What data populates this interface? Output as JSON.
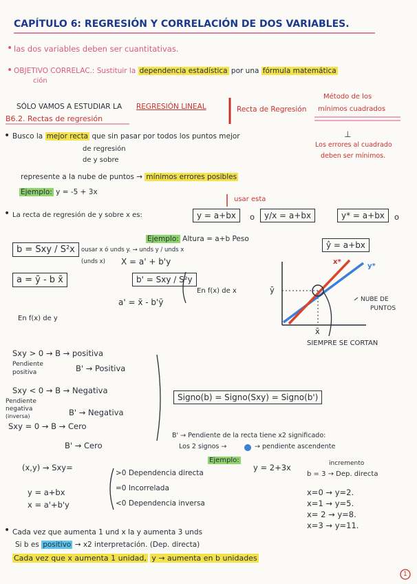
{
  "title": "CAPÍTULO 6: REGRESIÓN Y CORRELACIÓN DE DOS VARIABLES.",
  "intro": {
    "l1": "las dos variables deben ser cuantitativas.",
    "l2a": "OBJETIVO CORRELAC.: Sustituir la",
    "l2b": "dependencia estadística",
    "l2c": "por una",
    "l2d": "fórmula matemática",
    "l2e": "ción"
  },
  "lineal": {
    "solo": "SÓLO VAMOS A ESTUDIAR LA",
    "regresion": "REGRESIÓN LINEAL",
    "recta": "Recta de Regresión",
    "metodo1": "Método de los",
    "metodo2": "mínimos cuadrados",
    "section": "B6.2. Rectas de regresión",
    "busco1": "Busco la",
    "mejor": "mejor recta",
    "busco2": "que sin pasar por todos los puntos mejor",
    "de1": "de regresión",
    "de2": "de y sobre",
    "rep1": "represente a la nube de puntos →",
    "rep2": "mínimos errores posibles",
    "arrow_down": "⊥",
    "errores1": "Los errores al cuadrado",
    "errores2": "deben ser mínimos."
  },
  "ejemplo1": {
    "tag": "Ejemplo:",
    "eq": "y = -5 + 3x"
  },
  "usar": "usar esta",
  "recta_y": {
    "text": "La recta de regresión de y sobre x es:",
    "f1": "y = a+bx",
    "o1": "o",
    "f2": "y/x = a+bx",
    "f3": "y* = a+bx",
    "o2": "o"
  },
  "ejemplo2": {
    "tag": "Ejemplo:",
    "text": "Altura = a+b Peso"
  },
  "yhat": "ŷ = a+bx",
  "formulas": {
    "b": "b = Sxy / S²x",
    "note1": "ousar x ó unds y. → unds y / unds x",
    "note2": "(unds x)",
    "xeq": "X = a' + b'y",
    "a": "a = ȳ - b x̄",
    "bprime": "b' = Sxy / S²y",
    "aprime": "a' = x̄ - b'ȳ",
    "enfx": "En f(x) de x",
    "enfy": "En f(x) de y"
  },
  "graph": {
    "ybar": "ȳ",
    "xbar": "x̄",
    "xstar": "x*",
    "ystar": "y*",
    "nube1": "NUBE DE",
    "nube2": "PUNTOS",
    "siempre": "SIEMPRE SE CORTAN"
  },
  "signs": {
    "s1": "Sxy > 0 → B → positiva",
    "s1b": "B' → Positiva",
    "s1c1": "Pendiente",
    "s1c2": "positiva",
    "s2": "Sxy < 0 → B → Negativa",
    "s2b": "B' → Negativa",
    "s2c1": "Pendiente",
    "s2c2": "negativa",
    "s2c3": "(inversa)",
    "s3": "Sxy = 0 → B → Cero",
    "s3b": "B' → Cero",
    "signo": "Signo(b) = Signo(Sxy) = Signo(b')"
  },
  "bprime_note": {
    "l1": "B' → Pendiente de la recta tiene x2 significado:",
    "l2a": "Los 2 signos →",
    "l2b": "→ pendiente ascendente"
  },
  "ejemplo3": {
    "tag": "Ejemplo:",
    "eq": "y = 2+3x",
    "inc": "incremento",
    "b3": "b = 3 → Dep. directa",
    "v1": "x=0 → y=2.",
    "v2": "x=1 → y=5.",
    "v3": "x= 2 → y=8.",
    "v4": "x=3 → y=11."
  },
  "dep": {
    "xy": "(x,y) → Sxy=",
    "yab": "y = a+bx",
    "xab": "x = a'+b'y",
    "d1": ">0 Dependencia directa",
    "d2": "=0 Incorrelada",
    "d3": "<0 Dependencia inversa"
  },
  "final": {
    "l1": "Cada vez que aumenta 1 und x la y aumenta 3 unds",
    "l2a": "Si b es",
    "l2b": "positivo",
    "l2c": "→ x2 interpretación. (Dep. directa)",
    "l3a": "Cada vez que x aumenta 1 unidad,",
    "l3b": "y → aumenta en b unidades"
  },
  "page_number": "1"
}
